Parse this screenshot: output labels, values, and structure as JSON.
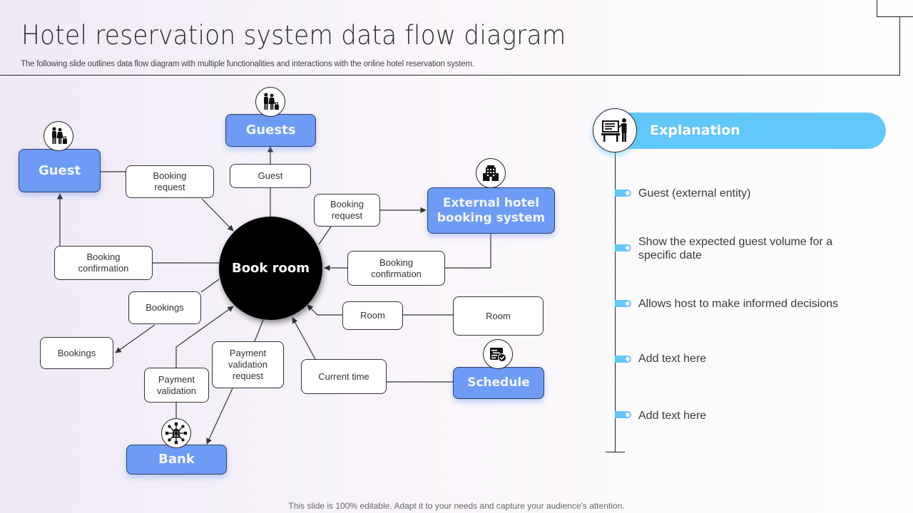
{
  "header": {
    "title": "Hotel reservation system data flow diagram",
    "subtitle": "The following slide outlines data flow diagram with multiple functionalities and interactions with the online hotel reservation system."
  },
  "diagram": {
    "process": {
      "label": "Book room",
      "color": "#000000"
    },
    "entities": {
      "guest": {
        "label": "Guest",
        "icon": "guests-luggage-icon"
      },
      "guests": {
        "label": "Guests",
        "icon": "guests-luggage-icon"
      },
      "external": {
        "label_line1": "External hotel",
        "label_line2": "booking system",
        "icon": "hotel-building-icon"
      },
      "schedule": {
        "label": "Schedule",
        "icon": "schedule-check-icon"
      },
      "bank": {
        "label": "Bank",
        "icon": "bank-network-icon"
      }
    },
    "flows": {
      "booking_request_left": {
        "line1": "Booking",
        "line2": "request"
      },
      "guest_flow": {
        "line1": "Guest"
      },
      "booking_request_right": {
        "line1": "Booking",
        "line2": "request"
      },
      "booking_confirmation_left": {
        "line1": "Booking",
        "line2": "confirmation"
      },
      "booking_confirmation_right": {
        "line1": "Booking",
        "line2": "confirmation"
      },
      "bookings_flow": {
        "line1": "Bookings"
      },
      "bookings_store": {
        "line1": "Bookings"
      },
      "room_flow": {
        "line1": "Room"
      },
      "room_store": {
        "line1": "Room"
      },
      "payment_validation": {
        "line1": "Payment",
        "line2": "validation"
      },
      "payment_validation_request": {
        "line1": "Payment",
        "line2": "validation",
        "line3": "request"
      },
      "current_time": {
        "line1": "Current time"
      }
    },
    "colors": {
      "entity": "#6e9cf5",
      "accent": "#62c7fb"
    }
  },
  "explanation": {
    "title": "Explanation",
    "icon": "presenter-board-icon",
    "items": [
      "Guest (external entity)",
      "Show the expected guest volume for a specific date",
      "Allows host to make informed decisions",
      "Add text here",
      "Add text here"
    ]
  },
  "footer": "This slide is 100% editable. Adapt it to your needs and capture your audience's attention."
}
